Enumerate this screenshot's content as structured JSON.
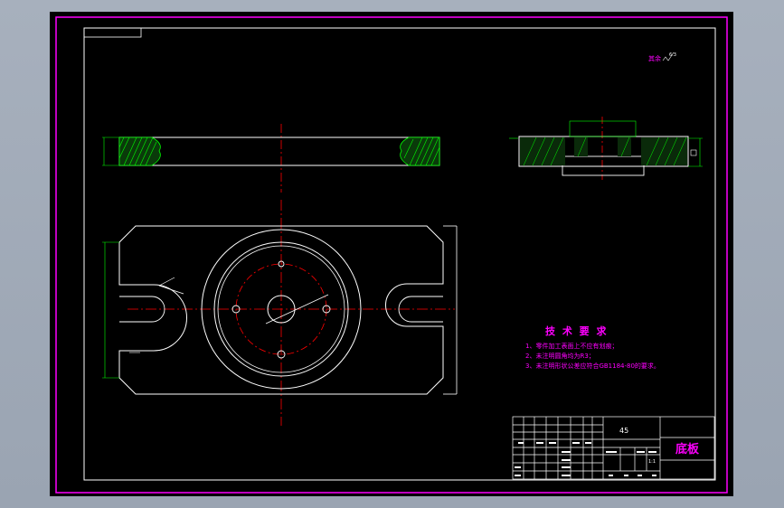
{
  "title_block": {
    "part_name": "底板",
    "material": "45",
    "scale": "1:1"
  },
  "surface_note": {
    "prefix": "其余",
    "roughness": "6.3"
  },
  "tech_requirements": {
    "heading": "技 术 要 求",
    "items": [
      "1、零件加工表面上不应有划痕；",
      "2、未注明圆角均为R3；",
      "3、未注明形状公差应符合GB1184-80的要求。"
    ]
  },
  "colors": {
    "background": "#000000",
    "border": "#ff00ff",
    "outline": "#ffffff",
    "centerline": "#ff0000",
    "dimension": "#00ff00",
    "text": "#ff00ff"
  }
}
